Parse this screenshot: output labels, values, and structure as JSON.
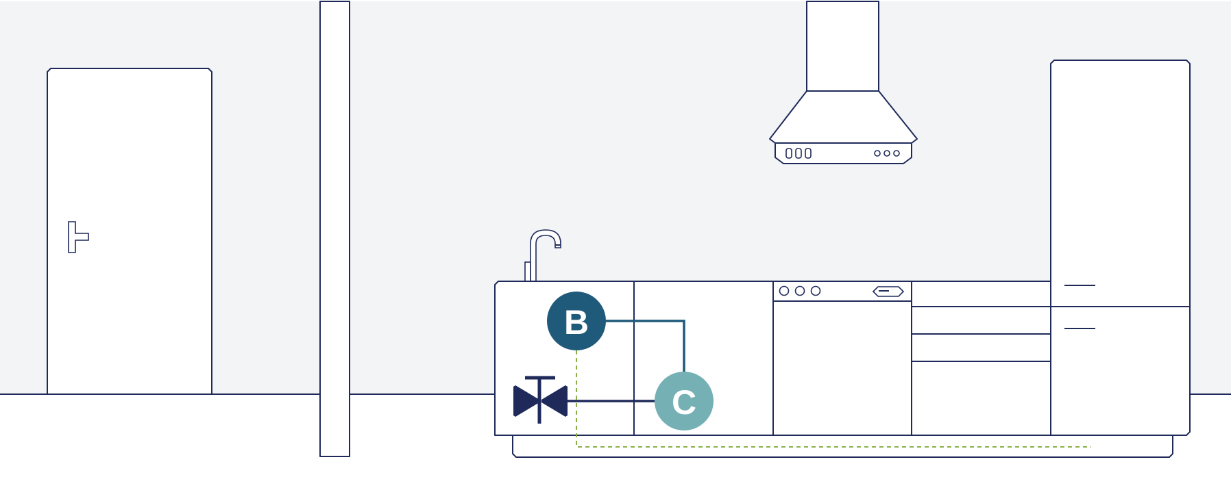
{
  "diagram": {
    "badges": [
      {
        "id": "B",
        "label": "B",
        "color": "#1f5a7a"
      },
      {
        "id": "C",
        "label": "C",
        "color": "#74b0b4"
      }
    ],
    "colors": {
      "outline": "#1f2a5a",
      "wall": "#f3f4f6",
      "line_b_to_c": "#1f5a7a",
      "line_valve_to_c": "#1f2a5a",
      "dashed_connection": "#8ab04a",
      "valve": "#1f2a5a"
    },
    "icons": [
      "door-icon",
      "door-handle-icon",
      "pillar-icon",
      "range-hood-icon",
      "faucet-icon",
      "kitchen-counter-icon",
      "dishwasher-icon",
      "drawer-unit-icon",
      "refrigerator-icon",
      "valve-icon"
    ]
  }
}
